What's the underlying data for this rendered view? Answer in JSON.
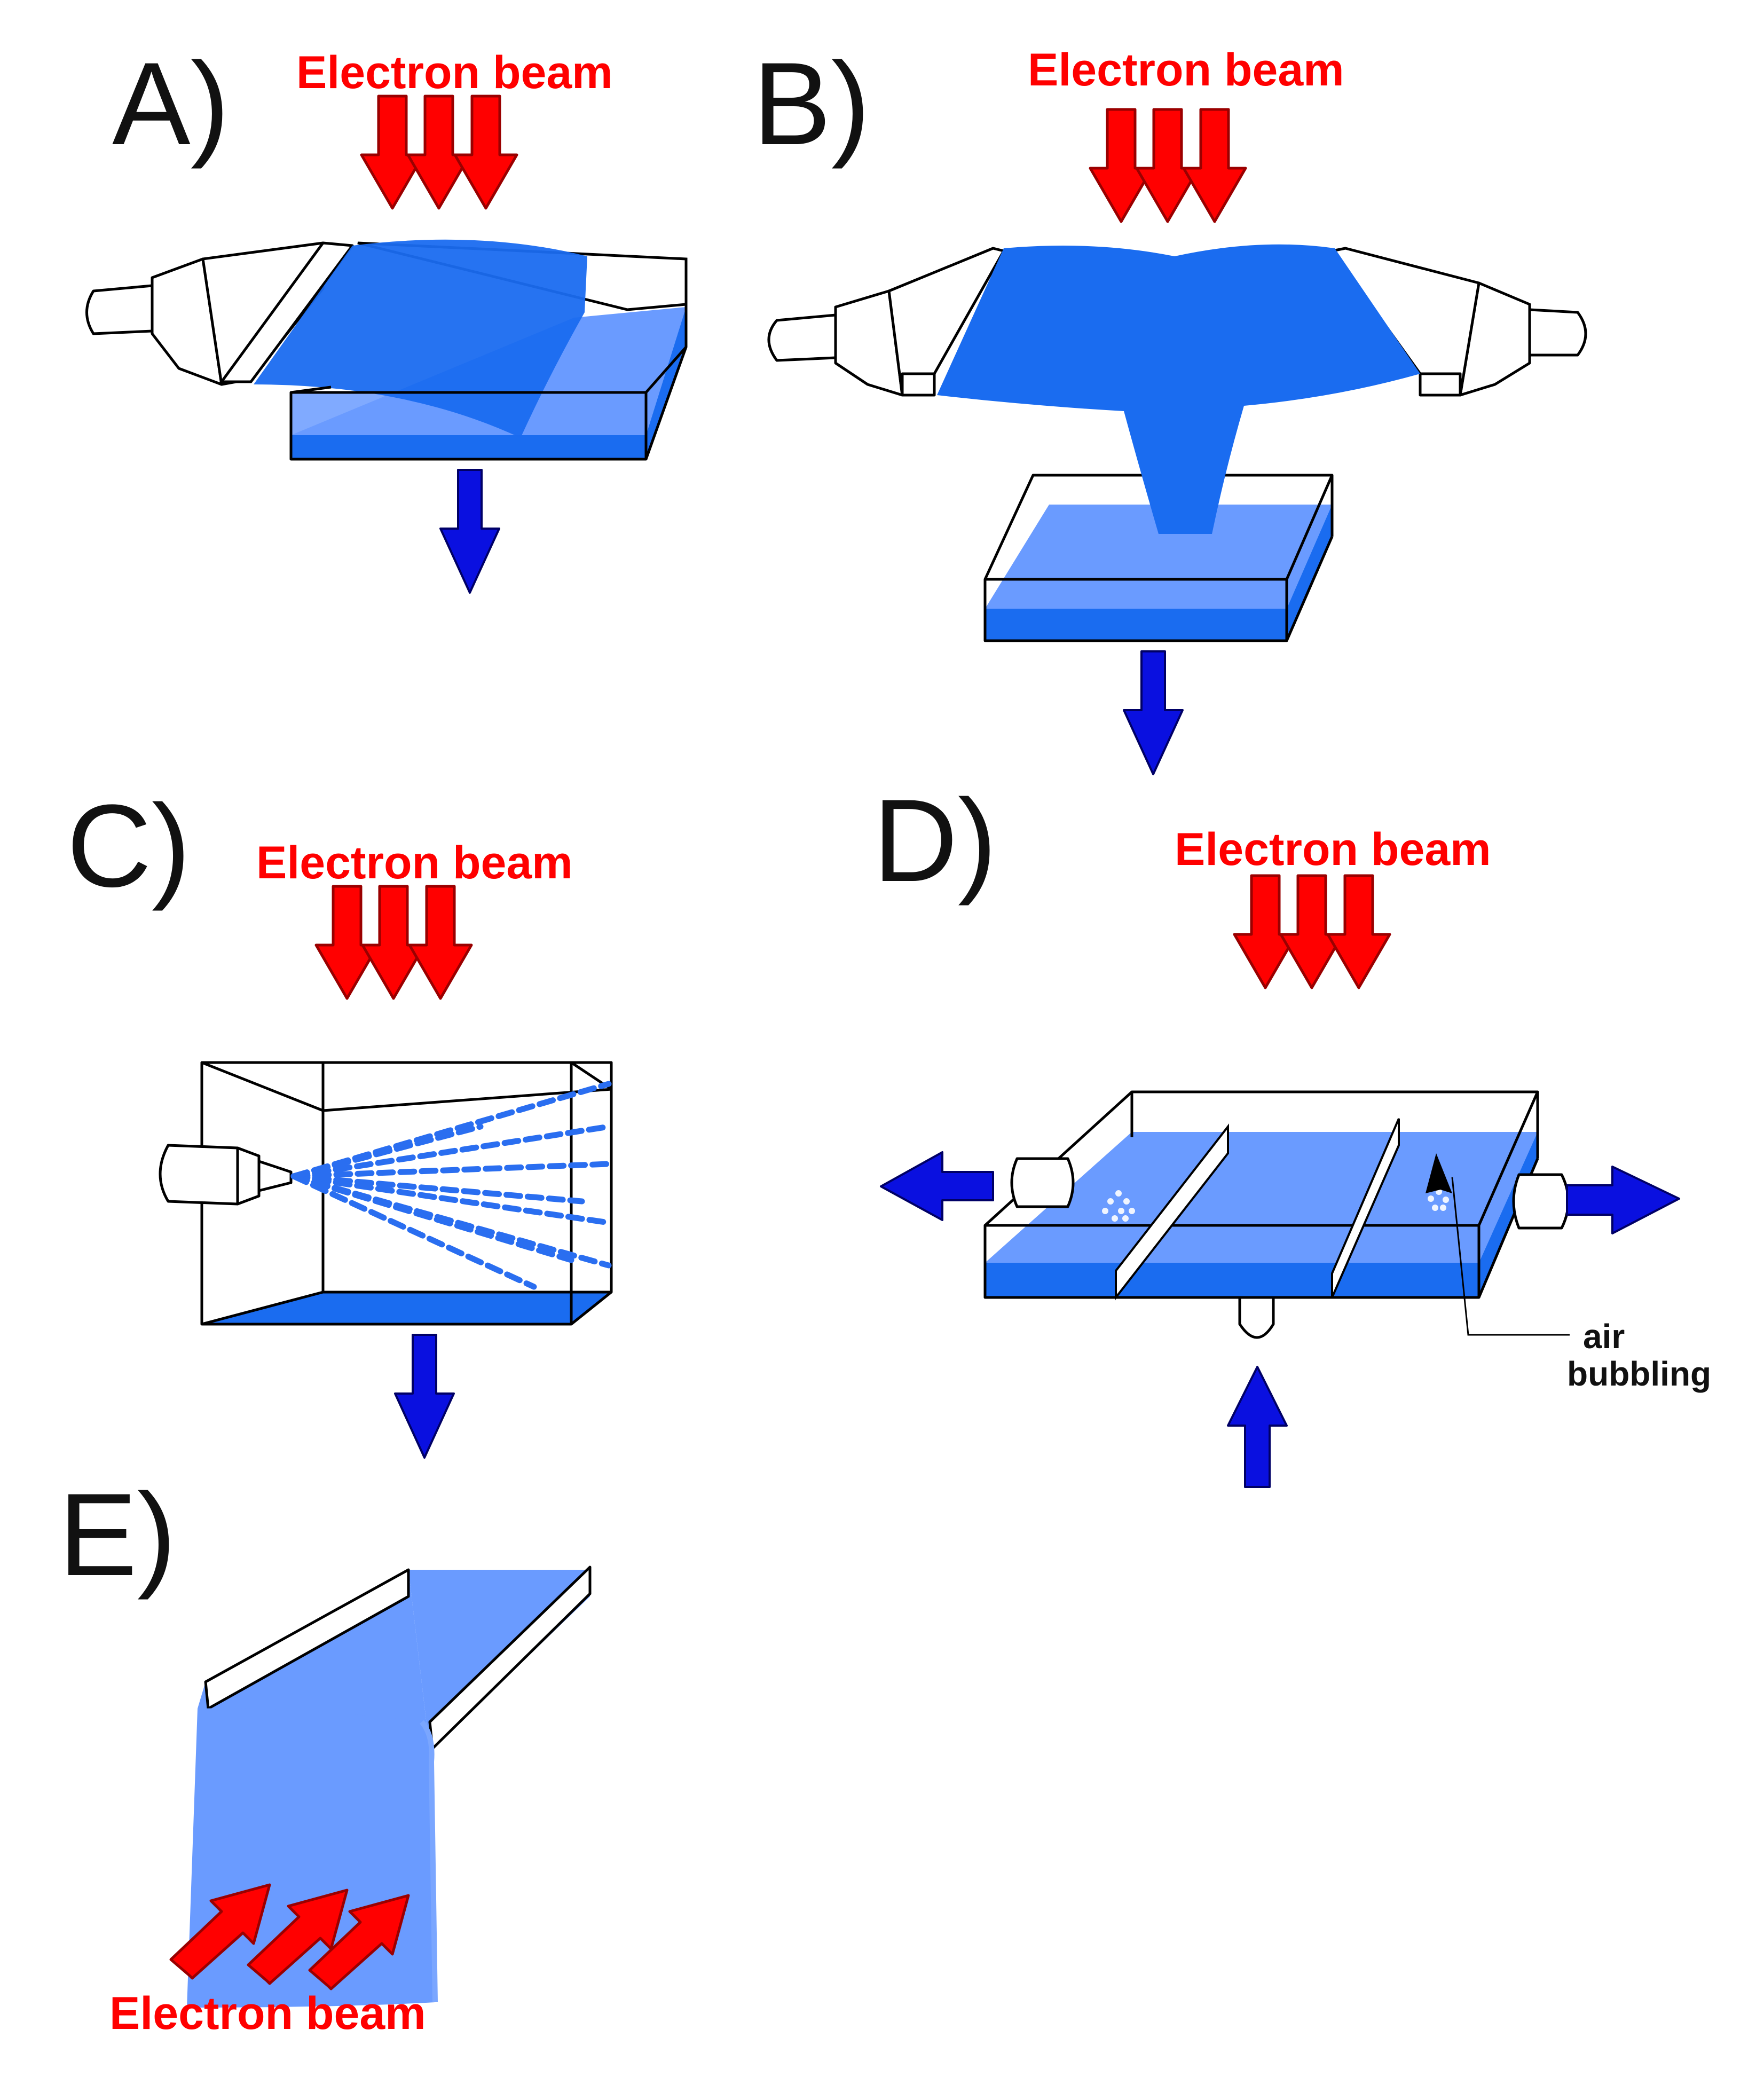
{
  "panels": [
    {
      "id": "A",
      "label": "A)",
      "beam_label": "Electron beam"
    },
    {
      "id": "B",
      "label": "B)",
      "beam_label": "Electron beam"
    },
    {
      "id": "C",
      "label": "C)",
      "beam_label": "Electron beam"
    },
    {
      "id": "D",
      "label": "D)",
      "beam_label": "Electron beam",
      "note_lines": [
        "air",
        "bubbling"
      ]
    },
    {
      "id": "E",
      "label": "E)",
      "beam_label": "Electron beam"
    }
  ],
  "colors": {
    "beam_arrow": "#ff0000",
    "beam_arrow_outline": "#9a0000",
    "flow_arrow": "#0a10e0",
    "water_dark": "#1a6cf0",
    "water_light": "#5e93ff",
    "water_pale": "#6a9bff",
    "spray": "#2a6ef0",
    "outline": "#000000"
  }
}
